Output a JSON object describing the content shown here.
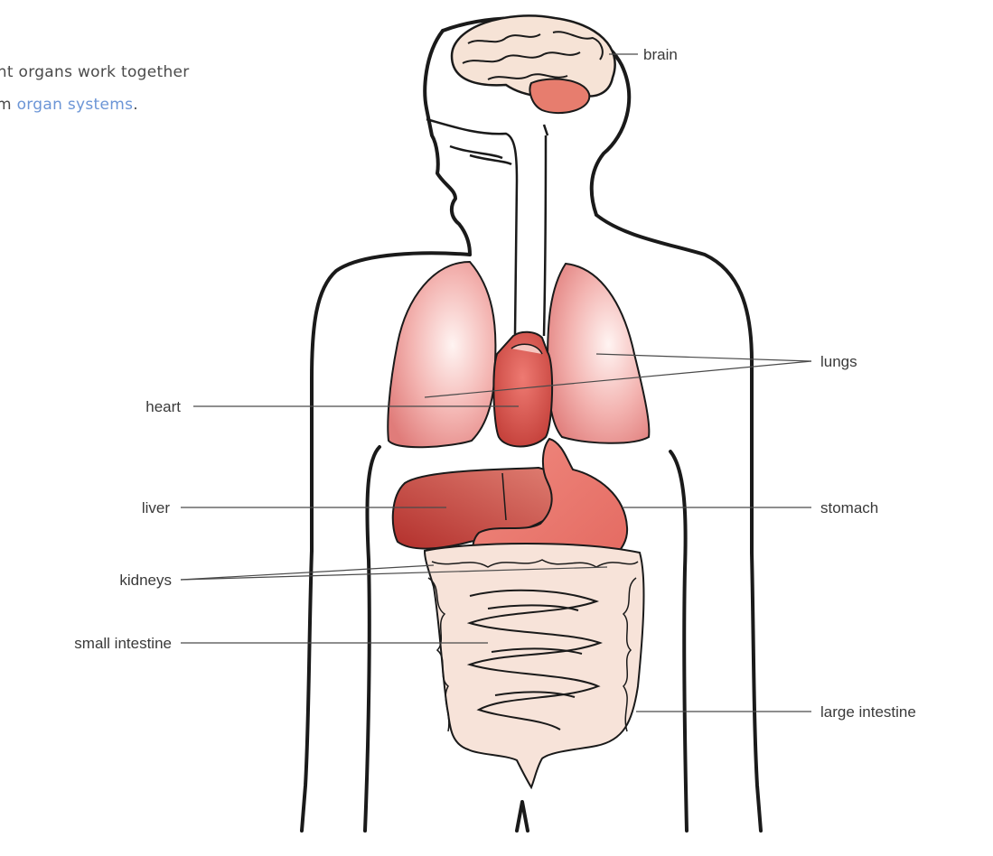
{
  "intro": {
    "line1": "ent organs work together",
    "line2_prefix": "m ",
    "line2_highlight": "organ systems",
    "line2_suffix": "."
  },
  "labels": {
    "brain": "brain",
    "lungs": "lungs",
    "heart": "heart",
    "liver": "liver",
    "stomach": "stomach",
    "kidneys": "kidneys",
    "small_intestine": "small intestine",
    "large_intestine": "large intestine"
  },
  "colors": {
    "highlight": "#6b95d6",
    "outline": "#1a1a1a",
    "organ_pink": "#f0a0a0",
    "organ_dark": "#c94a45",
    "intestine": "#f7e3d9"
  }
}
